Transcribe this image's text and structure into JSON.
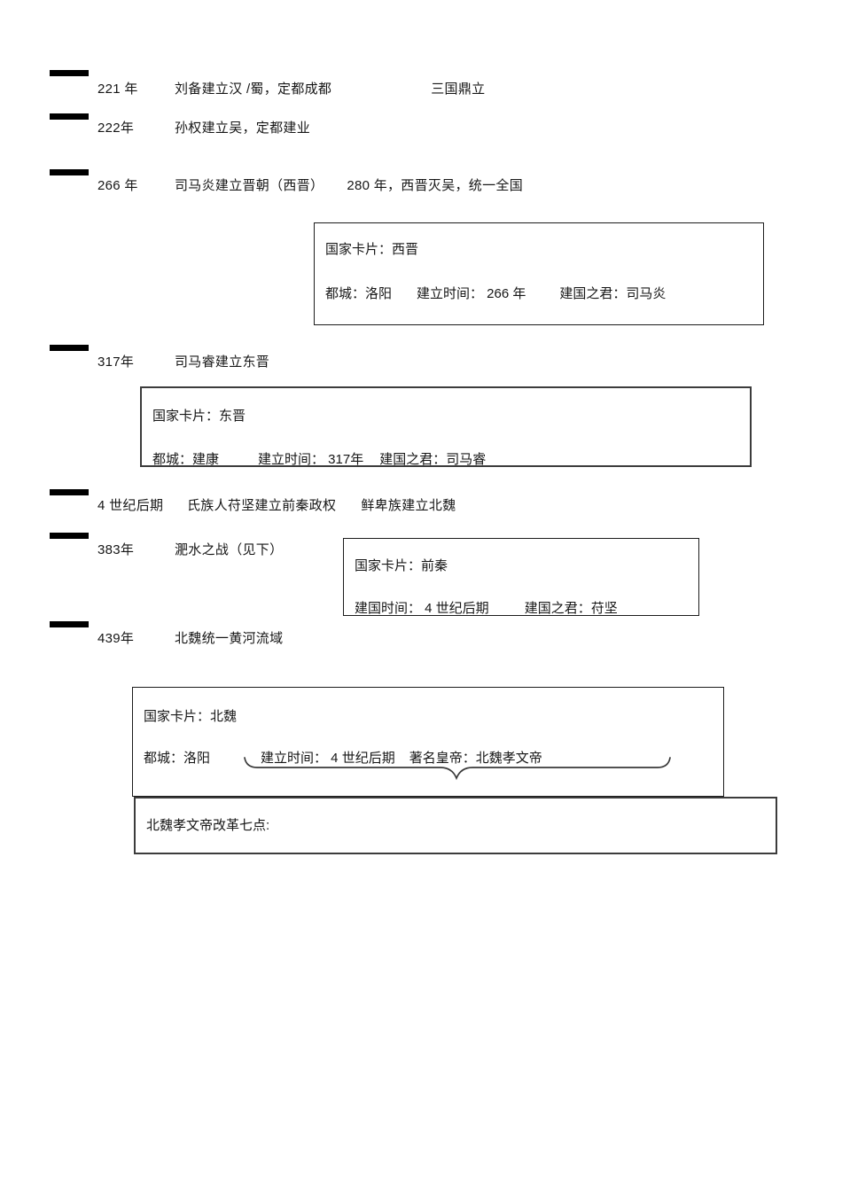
{
  "document": {
    "language": "zh",
    "type": "history-study-notes"
  },
  "colors": {
    "page_background": "#ffffff",
    "text": "#161616",
    "box_border": "#1c1c1c",
    "bullet": "#000000"
  },
  "timeline": {
    "rows": [
      {
        "year": "221 年",
        "event": "刘备建立汉 /蜀，定都成都",
        "note": "三国鼎立"
      },
      {
        "year": "222年",
        "event": "孙权建立吴，定都建业",
        "note": ""
      },
      {
        "year": "266 年",
        "event": "司马炎建立晋朝（西晋）",
        "note": "280 年，西晋灭吴，统一全国"
      },
      {
        "year": "317年",
        "event": "司马睿建立东晋",
        "note": ""
      },
      {
        "year": "4 世纪后期",
        "event": "氏族人苻坚建立前秦政权",
        "note": "鲜卑族建立北魏"
      },
      {
        "year": "383年",
        "event": "淝水之战（见下）",
        "note": ""
      },
      {
        "year": "439年",
        "event": "北魏统一黄河流域",
        "note": ""
      }
    ]
  },
  "cards": {
    "western_jin": {
      "title": "国家卡片：西晋",
      "capital": "都城：洛阳",
      "founded": "建立时间： 266 年",
      "founder": "建国之君：司马炎"
    },
    "eastern_jin": {
      "title": "国家卡片：东晋",
      "capital": "都城：建康",
      "founded": "建立时间： 317年",
      "founder": "建国之君：司马睿"
    },
    "former_qin": {
      "title": "国家卡片：前秦",
      "founded": "建国时间： 4 世纪后期",
      "founder": "建国之君：苻坚"
    },
    "northern_wei": {
      "title": "国家卡片：北魏",
      "capital": "都城：洛阳",
      "founded": "建立时间： 4 世纪后期",
      "emperor": "著名皇帝：北魏孝文帝"
    },
    "reform": {
      "title": "北魏孝文帝改革七点:"
    }
  }
}
